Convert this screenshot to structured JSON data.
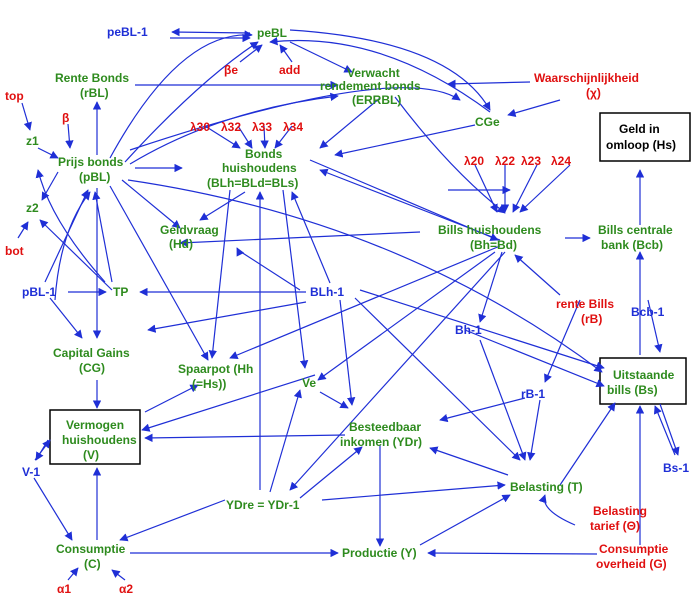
{
  "nodes": {
    "peBL1": "peBL-1",
    "peBL": "peBL",
    "be": "βe",
    "add": "add",
    "renteBonds1": "Rente Bonds",
    "renteBonds2": "(rBL)",
    "verwacht1": "Verwacht",
    "verwacht2": "rendement bonds",
    "verwacht3": "(ERRBL)",
    "waarsch1": "Waarschijnlijkheid",
    "waarsch2": "(χ)",
    "top": "top",
    "beta": "β",
    "z1": "z1",
    "z2": "z2",
    "bot": "bot",
    "prijs1": "Prijs bonds",
    "prijs2": "(pBL)",
    "cge": "CGe",
    "lambdaA1": "λ30",
    "lambdaA2": "λ32",
    "lambdaA3": "λ33",
    "lambdaA4": "λ34",
    "bondsHH1": "Bonds",
    "bondsHH2": "huishoudens",
    "bondsHH3": "(BLh=BLd=BLs)",
    "geldOmloop1": "Geld in",
    "geldOmloop2": "omloop (Hs)",
    "lambdaB1": "λ20",
    "lambdaB2": "λ22",
    "lambdaB3": "λ23",
    "lambdaB4": "λ24",
    "geldvraag1": "Geldvraag",
    "geldvraag2": "(Hd)",
    "billsHH1": "Bills huishoudens",
    "billsHH2": "(Bh=Bd)",
    "billsCB1": "Bills centrale",
    "billsCB2": "bank (Bcb)",
    "pBL1": "pBL-1",
    "tp": "TP",
    "blh1": "BLh-1",
    "renteBills1": "rente Bills",
    "renteBills2": "(rB)",
    "bcb1": "Bcb-1",
    "capGains1": "Capital Gains",
    "capGains2": "(CG)",
    "spaarpot1": "Spaarpot (Hh",
    "spaarpot2": "(=Hs))",
    "bh1": "Bh-1",
    "uitstaand1": "Uitstaande",
    "uitstaand2": "bills (Bs)",
    "ve": "Ve",
    "rb1": "rB-1",
    "vermogen1": "Vermogen",
    "vermogen2": "huishoudens",
    "vermogen3": "(V)",
    "besteed1": "Besteedbaar",
    "besteed2": "inkomen (YDr)",
    "v1": "V-1",
    "belasting": "Belasting (T)",
    "bs1": "Bs-1",
    "ydre": "YDre = YDr-1",
    "tarief1": "Belasting",
    "tarief2": "tarief (Θ)",
    "consumptie1": "Consumptie",
    "consumptie2": "(C)",
    "productie": "Productie (Y)",
    "overheid1": "Consumptie",
    "overheid2": "overheid (G)",
    "alpha1": "α1",
    "alpha2": "α2"
  },
  "colors": {
    "edge": "#1f2fd6",
    "endogenous": "#2e8b1e",
    "lagged": "#1f2fd6",
    "exogenous": "#e01010"
  }
}
